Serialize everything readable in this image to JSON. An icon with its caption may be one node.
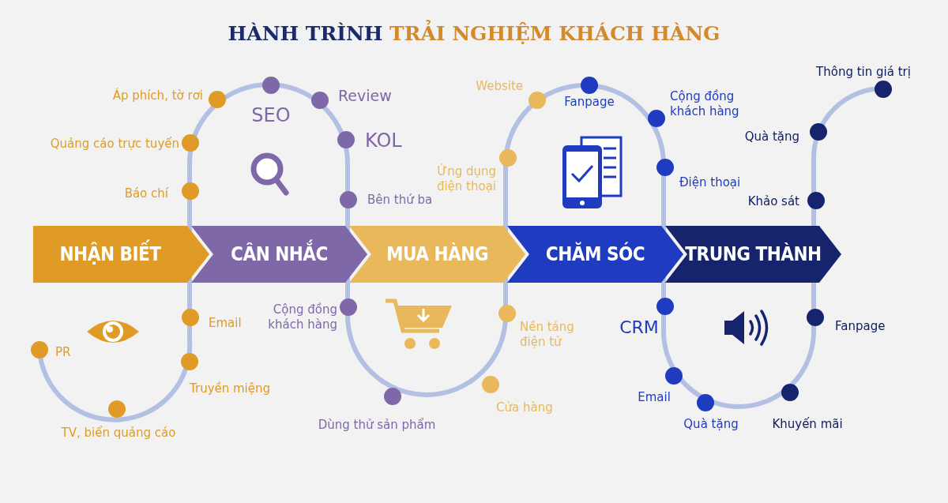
{
  "diagram": {
    "title": "HÀNH TRÌNH TRẢI NGHIỆM KHÁCH HÀNG",
    "nodes": [
      {
        "text": [
          "NHẬN BIẾT"
        ]
      },
      {
        "text": [
          "CÂN NHẮC"
        ]
      },
      {
        "text": [
          "MUA HÀNG"
        ]
      },
      {
        "text": [
          "CHĂM SÓC"
        ]
      },
      {
        "text": [
          "TRUNG THÀNH"
        ]
      },
      {
        "text": [],
        "shape": "circle",
        "beside": [
          "PR"
        ]
      },
      {
        "text": [],
        "shape": "circle",
        "beside": [
          "TV, biển quảng cáo"
        ]
      },
      {
        "text": [],
        "shape": "circle",
        "beside": [
          "Truyền miệng"
        ]
      },
      {
        "text": [],
        "shape": "circle",
        "beside": [
          "Email"
        ]
      },
      {
        "text": [],
        "shape": "circle",
        "beside": [
          "Báo chí"
        ]
      },
      {
        "text": [],
        "shape": "circle",
        "beside": [
          "Quảng cáo trực tuyến"
        ]
      },
      {
        "text": [],
        "shape": "circle",
        "beside": [
          "Áp phích, tờ rơi"
        ]
      },
      {
        "text": [],
        "shape": "circle",
        "beside": [
          "SEO"
        ]
      },
      {
        "text": [],
        "shape": "circle",
        "beside": [
          "Review"
        ]
      },
      {
        "text": [],
        "shape": "circle",
        "beside": [
          "KOL"
        ]
      },
      {
        "text": [],
        "shape": "circle",
        "beside": [
          "Bên thứ ba"
        ]
      },
      {
        "text": [],
        "shape": "circle",
        "beside": [
          "Cộng đồng khách hàng"
        ]
      },
      {
        "text": [],
        "shape": "circle",
        "beside": [
          "Dùng thử sản phẩm"
        ]
      },
      {
        "text": [],
        "shape": "circle",
        "beside": [
          "Website"
        ]
      },
      {
        "text": [],
        "shape": "circle",
        "beside": [
          "Ứng dụng điện thoại"
        ]
      },
      {
        "text": [],
        "shape": "circle",
        "beside": [
          "Nền tảng điện tử"
        ]
      },
      {
        "text": [],
        "shape": "circle",
        "beside": [
          "Cửa hàng"
        ]
      },
      {
        "text": [],
        "shape": "circle",
        "beside": [
          "Fanpage"
        ]
      },
      {
        "text": [],
        "shape": "circle",
        "beside": [
          "Cộng đồng khách hàng"
        ]
      },
      {
        "text": [],
        "shape": "circle",
        "beside": [
          "Điện thoại"
        ]
      },
      {
        "text": [],
        "shape": "circle",
        "beside": [
          "CRM"
        ]
      },
      {
        "text": [],
        "shape": "circle",
        "beside": [
          "Email"
        ]
      },
      {
        "text": [],
        "shape": "circle",
        "beside": [
          "Quà tặng"
        ]
      },
      {
        "text": [],
        "shape": "circle",
        "beside": [
          "Khuyến mãi"
        ]
      },
      {
        "text": [],
        "shape": "circle",
        "beside": [
          "Fanpage"
        ]
      },
      {
        "text": [],
        "shape": "circle",
        "beside": [
          "Khảo sát"
        ]
      },
      {
        "text": [],
        "shape": "circle",
        "beside": [
          "Quà tặng"
        ]
      },
      {
        "text": [],
        "shape": "circle",
        "beside": [
          "Thông tin giá trị"
        ]
      }
    ]
  }
}
